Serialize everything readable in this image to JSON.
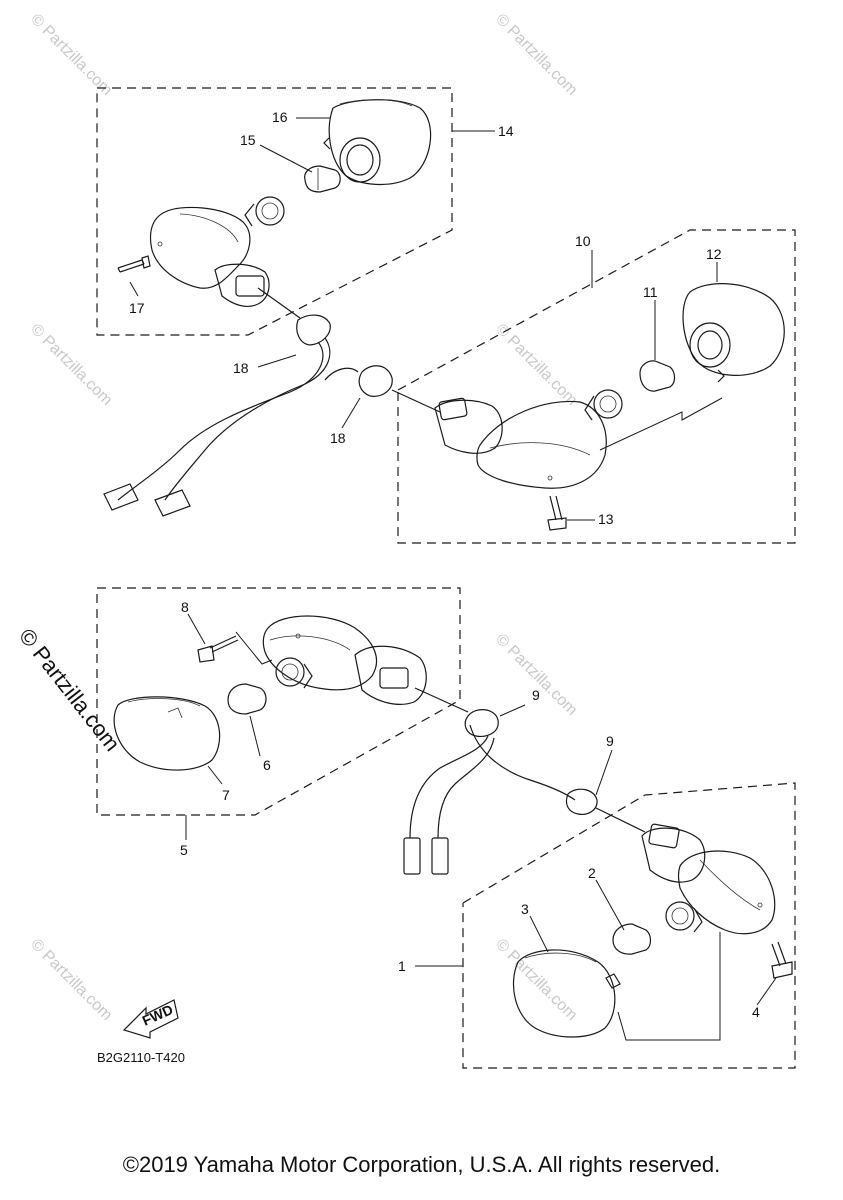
{
  "watermark": {
    "side_text": "© Partzilla.com",
    "small_text": "© Partzilla.com"
  },
  "callouts": {
    "c1": "1",
    "c2": "2",
    "c3": "3",
    "c4": "4",
    "c5": "5",
    "c6": "6",
    "c7": "7",
    "c8": "8",
    "c9a": "9",
    "c9b": "9",
    "c10": "10",
    "c11": "11",
    "c12": "12",
    "c13": "13",
    "c14": "14",
    "c15": "15",
    "c16": "16",
    "c17": "17",
    "c18a": "18",
    "c18b": "18"
  },
  "fwd_label": "FWD",
  "diagram_code": "B2G2110-T420",
  "copyright": "©2019 Yamaha Motor Corporation, U.S.A. All rights reserved."
}
